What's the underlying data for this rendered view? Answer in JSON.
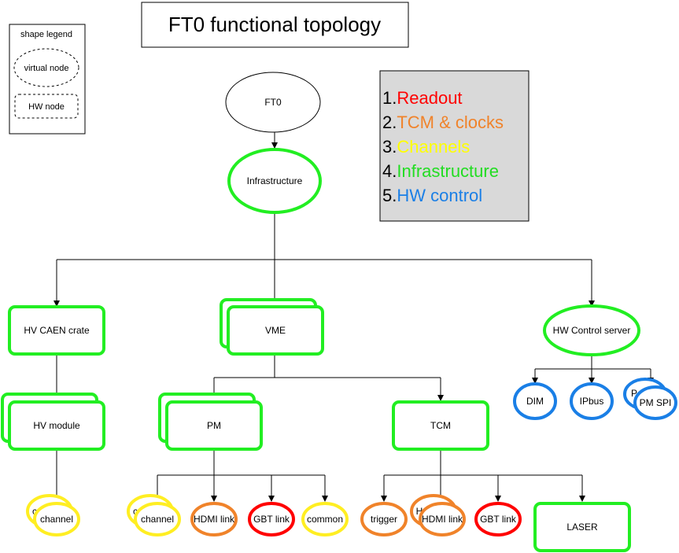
{
  "title": "FT0 functional topology",
  "legend": {
    "heading": "shape legend",
    "virtual": "virtual node",
    "hw": "HW node"
  },
  "key": {
    "items": [
      {
        "num": "1.",
        "label": "Readout",
        "color": "#ff0000"
      },
      {
        "num": "2.",
        "label": "TCM & clocks",
        "color": "#f0832a"
      },
      {
        "num": "3.",
        "label": "Channels",
        "color": "#ffff00"
      },
      {
        "num": "4.",
        "label": "Infrastructure",
        "color": "#22dd22"
      },
      {
        "num": "5.",
        "label": "HW control",
        "color": "#1a7fe6"
      }
    ]
  },
  "colors": {
    "readout": "#ff0000",
    "tcm": "#f0832a",
    "channels": "#ffee22",
    "infrastructure": "#22ee22",
    "hwcontrol": "#1a7fe6",
    "key_bg": "#d9d9d9"
  },
  "nodes": {
    "ft0": "FT0",
    "infrastructure": "Infrastructure",
    "hv_caen": "HV CAEN crate",
    "vme": "VME",
    "hw_control": "HW Control server",
    "hv_module": "HV module",
    "pm": "PM",
    "tcm": "TCM",
    "dim": "DIM",
    "ipbus": "IPbus",
    "pm_spi": "PM SPI",
    "pm_spi_back": "P",
    "hv_channel": "channel",
    "hv_channel_back": "c",
    "pm_channel": "channel",
    "pm_channel_back": "c",
    "pm_hdmi": "HDMI link",
    "pm_gbt": "GBT link",
    "pm_common": "common",
    "tcm_trigger": "trigger",
    "tcm_hdmi": "HDMI link",
    "tcm_hdmi_back": "H",
    "tcm_gbt": "GBT link",
    "laser": "LASER"
  }
}
